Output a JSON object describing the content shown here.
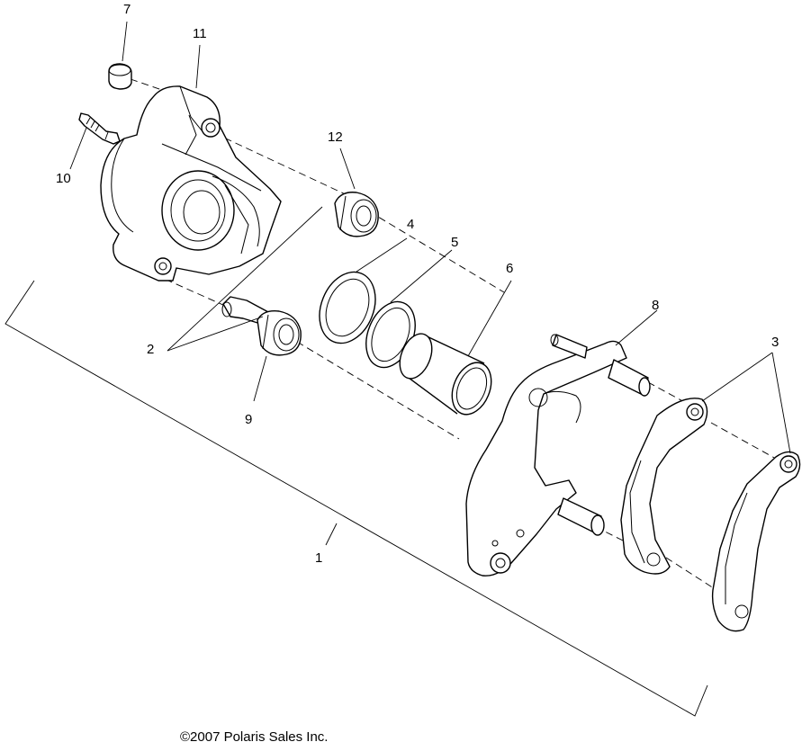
{
  "callouts": {
    "c1": "1",
    "c2": "2",
    "c3": "3",
    "c4": "4",
    "c5": "5",
    "c6": "6",
    "c7": "7",
    "c8": "8",
    "c9": "9",
    "c10": "10",
    "c11": "11",
    "c12": "12"
  },
  "copyright": "©2007 Polaris Sales Inc.",
  "colors": {
    "ink": "#000000",
    "background": "#ffffff"
  }
}
